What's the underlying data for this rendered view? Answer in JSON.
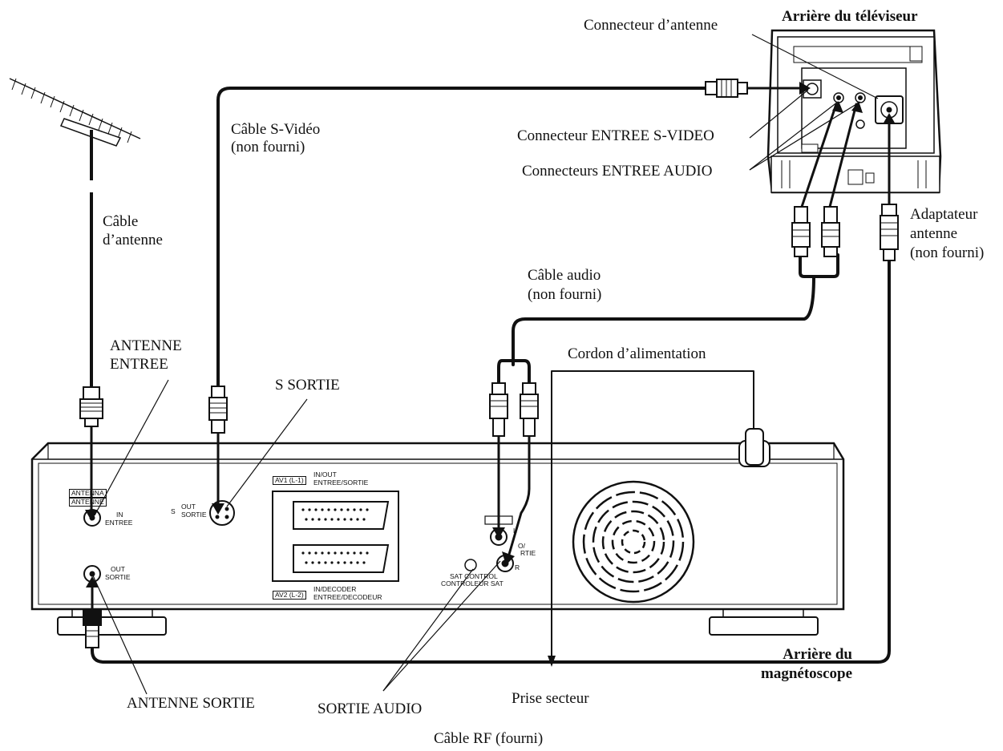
{
  "tv_back_title": "Arrière du téléviseur",
  "vcr_back_title_line1": "Arrière du",
  "vcr_back_title_line2": "magnétoscope",
  "labels": {
    "tv_antenna_connector": "Connecteur d’antenne",
    "tv_svideo_in": "Connecteur ENTREE S-VIDEO",
    "tv_audio_in": "Connecteurs ENTREE AUDIO",
    "svideo_cable_line1": "Câble S-Vidéo",
    "svideo_cable_line2": "(non fourni)",
    "antenna_cable_line1": "Câble",
    "antenna_cable_line2": "d’antenne",
    "antenna_adapter_line1": "Adaptateur",
    "antenna_adapter_line2": "antenne",
    "antenna_adapter_line3": "(non fourni)",
    "audio_cable_line1": "Câble audio",
    "audio_cable_line2": "(non fourni)",
    "antenna_in_line1": "ANTENNE",
    "antenna_in_line2": "ENTREE",
    "s_out": "S SORTIE",
    "power_cord": "Cordon d’alimentation",
    "antenna_out": "ANTENNE SORTIE",
    "audio_out": "SORTIE AUDIO",
    "mains_socket": "Prise secteur",
    "rf_cable": "Câble RF (fourni)"
  },
  "panel": {
    "antenna_tag_1": "ANTENNA",
    "antenna_tag_2": "ANTENNE",
    "in": "IN",
    "entree": "ENTREE",
    "out": "OUT",
    "sortie": "SORTIE",
    "s": "S",
    "av1_tag": "AV1 (L-1)",
    "av1_line1": "IN/OUT",
    "av1_line2": "ENTREE/SORTIE",
    "av2_tag": "AV2 (L-2)",
    "av2_line1": "IN/DECODER",
    "av2_line2": "ENTREE/DECODEUR",
    "audio_l": "L",
    "audio_r": "R",
    "audio_out_frag": "O/",
    "audio_sortie_frag": "RTIE",
    "sat_control": "SAT CONTROL",
    "controleur_sat": "CONTROLEUR SAT"
  },
  "icons": [
    "antenna-icon",
    "tv-back-icon",
    "vcr-back-icon",
    "scart-connector-icon",
    "fan-grille-icon",
    "rca-plug-icon",
    "svideo-plug-icon",
    "coax-plug-icon"
  ]
}
